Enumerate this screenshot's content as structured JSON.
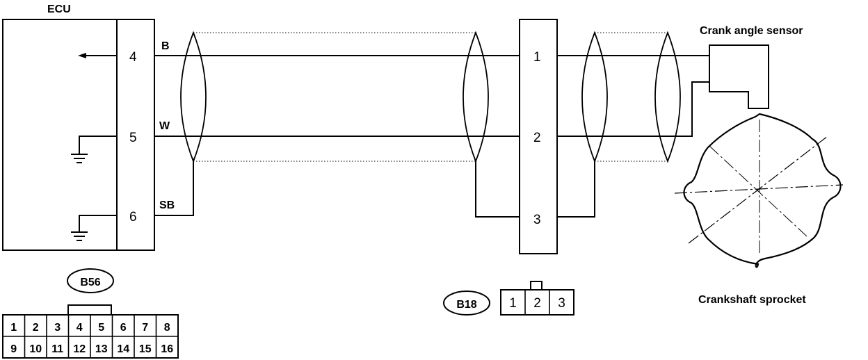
{
  "labels": {
    "ecu": "ECU",
    "crank_angle_sensor": "Crank angle sensor",
    "crankshaft_sprocket": "Crankshaft sprocket"
  },
  "ecu_pins": [
    "4",
    "5",
    "6"
  ],
  "wire_colors": [
    "B",
    "W",
    "SB"
  ],
  "connector_b18": {
    "id": "B18",
    "pins": [
      "1",
      "2",
      "3"
    ]
  },
  "connector_b56": {
    "id": "B56",
    "row1": [
      "1",
      "2",
      "3",
      "4",
      "5",
      "6",
      "7",
      "8"
    ],
    "row2": [
      "9",
      "10",
      "11",
      "12",
      "13",
      "14",
      "15",
      "16"
    ]
  }
}
